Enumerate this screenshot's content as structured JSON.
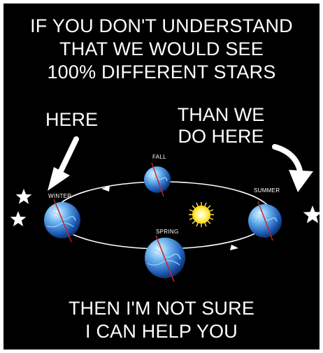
{
  "top_caption": {
    "line1": "IF YOU DON'T UNDERSTAND",
    "line2": "THAT WE WOULD SEE",
    "line3": "100% DIFFERENT STARS"
  },
  "label_left": "HERE",
  "label_right": {
    "line1": "THAN WE",
    "line2": "DO HERE"
  },
  "seasons": {
    "fall": "FALL",
    "winter": "WINTER",
    "summer": "SUMMER",
    "spring": "SPRING"
  },
  "bottom_caption": {
    "line1": "THEN I'M NOT SURE",
    "line2": "I CAN HELP YOU"
  },
  "colors": {
    "background": "#000000",
    "text": "#ffffff",
    "sun": "#ffee33",
    "earth": "#2f7fd6",
    "axis": "#cc2222"
  }
}
